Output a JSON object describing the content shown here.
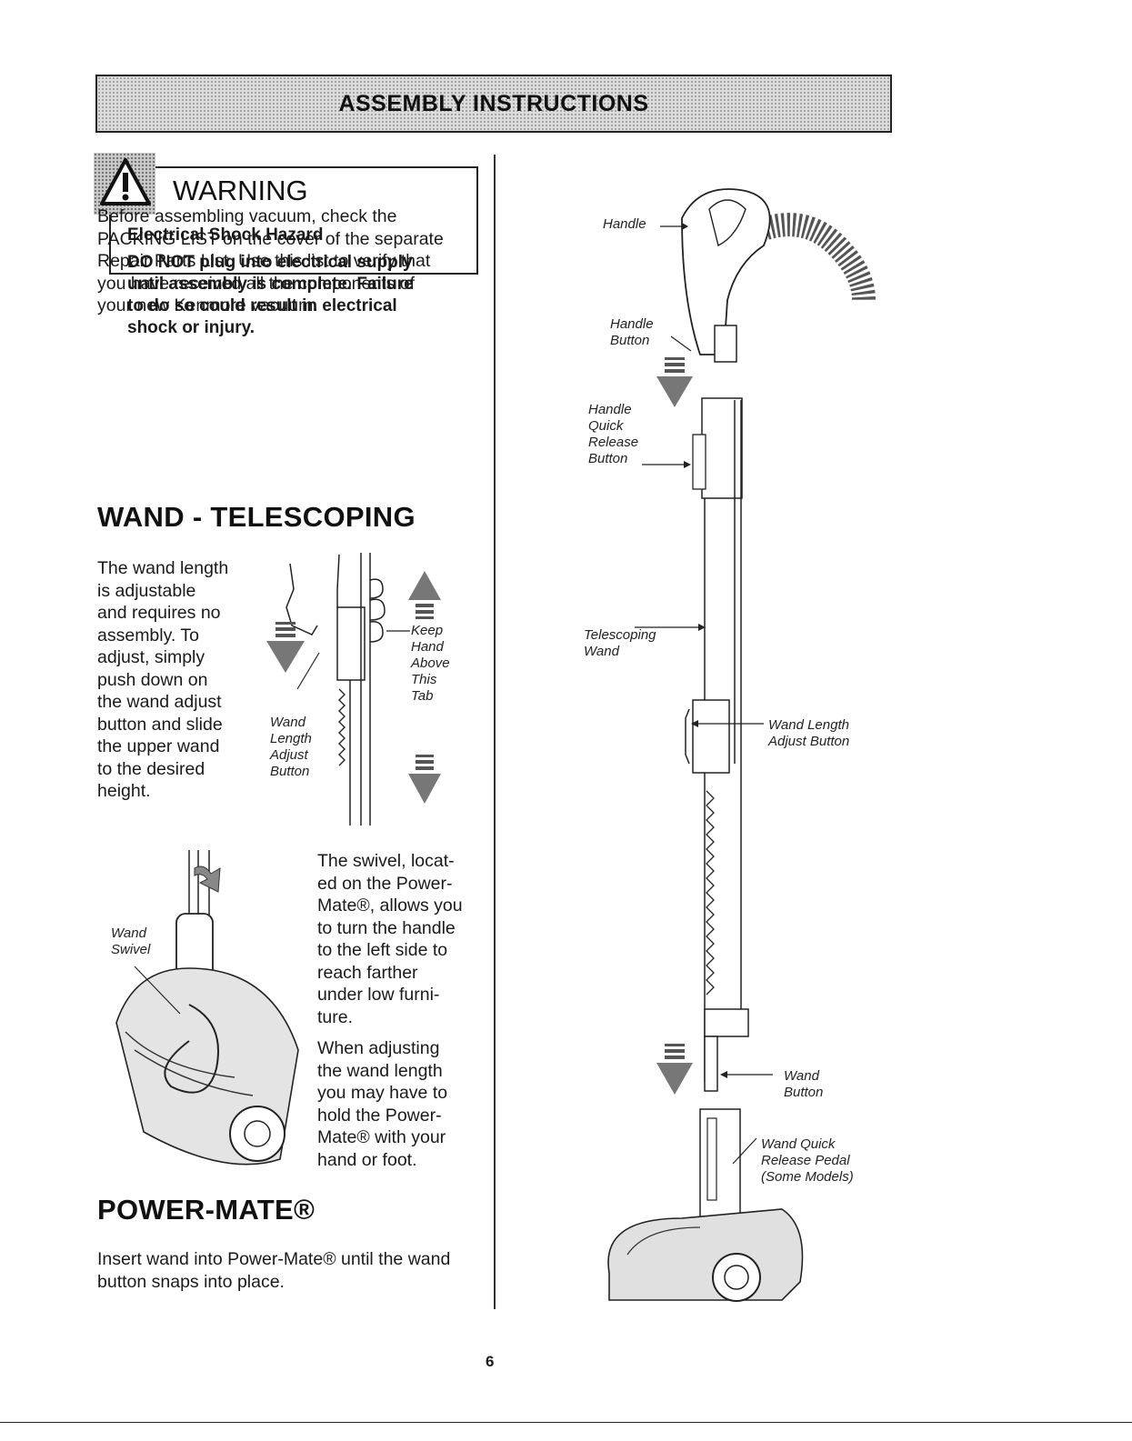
{
  "header": {
    "title": "ASSEMBLY INSTRUCTIONS"
  },
  "warning": {
    "icon": "warning-triangle-icon",
    "title": "WARNING",
    "subtitle": "Electrical Shock Hazard",
    "body": "DO NOT plug into electrical supply\nuntil assembly is complete. Failure\nto do so could result in electrical\nshock or injury."
  },
  "intro": "Before assembling vacuum, check the\nPACKING LIST on the cover of the separate\nRepair Parts List. Use this list to verify that\nyou have received all the components of\nyour new Kenmore vacuum.",
  "wand_section": {
    "heading": "WAND - TELESCOPING",
    "text": "The wand length\nis adjustable\nand requires no\nassembly. To\nadjust, simply\npush down on\nthe wand adjust\nbutton and slide\nthe upper wand\nto the desired\nheight.",
    "label_button": "Wand\nLength\nAdjust\nButton",
    "label_keep": "Keep\nHand\nAbove\nThis\nTab"
  },
  "swivel_section": {
    "label": "Wand\nSwivel",
    "text1": "The swivel, locat-\ned on the Power-\nMate®, allows you\nto turn the handle\nto the left side to\nreach farther\nunder low furni-\nture.",
    "text2": "When adjusting\nthe wand length\nyou may have to\nhold the Power-\nMate® with your\nhand or foot."
  },
  "powermate_section": {
    "heading": "POWER-MATE®",
    "text": "Insert wand into Power-Mate® until the wand\nbutton snaps into place."
  },
  "diagram_labels": {
    "handle": "Handle",
    "handle_button": "Handle\nButton",
    "handle_quick_release": "Handle\nQuick\nRelease\nButton",
    "telescoping_wand": "Telescoping\nWand",
    "wand_length_adjust": "Wand Length\nAdjust Button",
    "wand_button": "Wand\nButton",
    "wand_quick_release_pedal": "Wand Quick\nRelease Pedal\n(Some Models)"
  },
  "page_number": "6"
}
